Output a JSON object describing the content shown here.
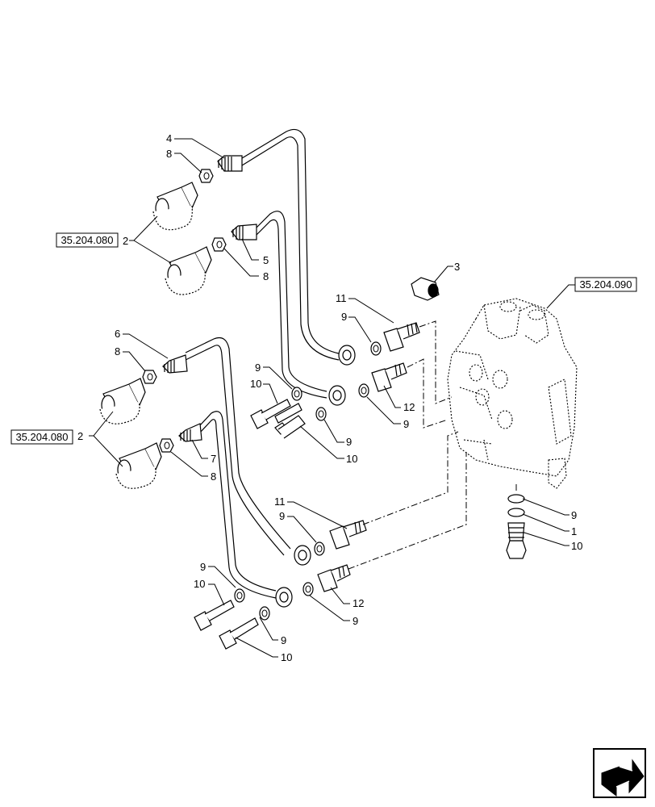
{
  "diagram": {
    "references": [
      {
        "id": "ref-a",
        "label": "35.204.080"
      },
      {
        "id": "ref-b",
        "label": "35.204.080"
      },
      {
        "id": "ref-c",
        "label": "35.204.090"
      }
    ],
    "callouts": [
      {
        "id": "c4",
        "label": "4"
      },
      {
        "id": "c8a",
        "label": "8"
      },
      {
        "id": "c2a",
        "label": "2"
      },
      {
        "id": "c5",
        "label": "5"
      },
      {
        "id": "c8b",
        "label": "8"
      },
      {
        "id": "c3",
        "label": "3"
      },
      {
        "id": "c11a",
        "label": "11"
      },
      {
        "id": "c9a",
        "label": "9"
      },
      {
        "id": "c6",
        "label": "6"
      },
      {
        "id": "c8c",
        "label": "8"
      },
      {
        "id": "c9b",
        "label": "9"
      },
      {
        "id": "c12a",
        "label": "12"
      },
      {
        "id": "c10a",
        "label": "10"
      },
      {
        "id": "c9c",
        "label": "9"
      },
      {
        "id": "c9d",
        "label": "9"
      },
      {
        "id": "c10b",
        "label": "10"
      },
      {
        "id": "c2b",
        "label": "2"
      },
      {
        "id": "c7",
        "label": "7"
      },
      {
        "id": "c8d",
        "label": "8"
      },
      {
        "id": "c9e",
        "label": "9"
      },
      {
        "id": "c1",
        "label": "1"
      },
      {
        "id": "c10c",
        "label": "10"
      },
      {
        "id": "c11b",
        "label": "11"
      },
      {
        "id": "c9f",
        "label": "9"
      },
      {
        "id": "c9g",
        "label": "9"
      },
      {
        "id": "c12b",
        "label": "12"
      },
      {
        "id": "c10d",
        "label": "10"
      },
      {
        "id": "c9h",
        "label": "9"
      },
      {
        "id": "c9i",
        "label": "9"
      },
      {
        "id": "c10e",
        "label": "10"
      }
    ],
    "nav_icon": "next-page-arrow-icon"
  }
}
